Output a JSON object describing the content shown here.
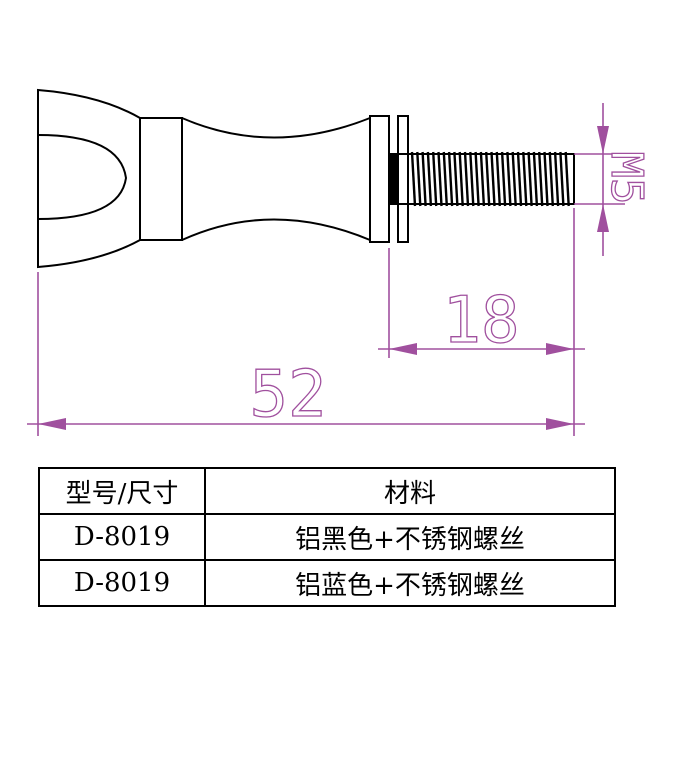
{
  "colors": {
    "line": "#000000",
    "dimension": "#a0509e",
    "background": "#ffffff"
  },
  "dimensions": {
    "thread": "M5",
    "bolt_length": "18",
    "overall_length": "52"
  },
  "table": {
    "headers": [
      "型号/尺寸",
      "材料"
    ],
    "rows": [
      [
        "D-8019",
        "铝黑色+不锈钢螺丝"
      ],
      [
        "D-8019",
        "铝蓝色+不锈钢螺丝"
      ]
    ]
  }
}
